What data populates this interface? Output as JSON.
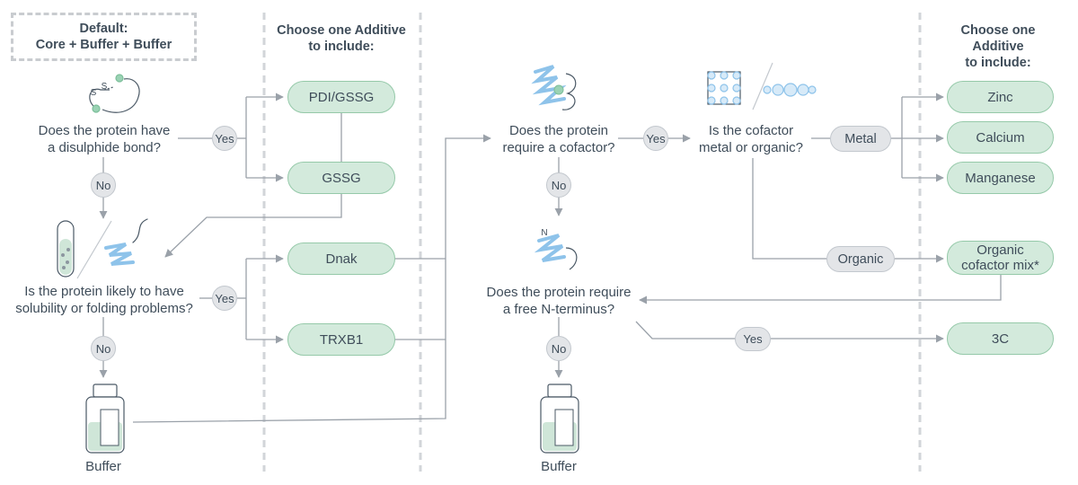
{
  "default_box": "Default:\nCore + Buffer + Buffer",
  "column_headers": {
    "left": "Choose one Additive\nto include:",
    "right": "Choose one Additive\nto include:"
  },
  "questions": {
    "disulphide": "Does the protein have\na disulphide bond?",
    "solubility": "Is the protein likely to have\nsolubility or folding problems?",
    "cofactor": "Does the protein\nrequire a cofactor?",
    "cofactor_type": "Is the cofactor\nmetal or organic?",
    "n_terminus": "Does the protein require\na free N-terminus?"
  },
  "answers": {
    "yes": "Yes",
    "no": "No",
    "metal": "Metal",
    "organic": "Organic"
  },
  "additives": {
    "pdi_gssg": "PDI/GSSG",
    "gssg": "GSSG",
    "dnak": "Dnak",
    "trxb1": "TRXB1",
    "zinc": "Zinc",
    "calcium": "Calcium",
    "manganese": "Manganese",
    "organic_mix": "Organic\ncofactor mix*",
    "threec": "3C"
  },
  "buffer_label": "Buffer",
  "icon_labels": {
    "s_atom": "S",
    "n_terminus": "N"
  },
  "colors": {
    "text": "#3f4d5a",
    "pill_fill": "#d3eadc",
    "pill_border": "#95c9a9",
    "option_fill": "#e3e5e8",
    "connector": "#9aa1a9",
    "divider": "#d2d5d9",
    "icon_blue": "#8ec3ea"
  }
}
